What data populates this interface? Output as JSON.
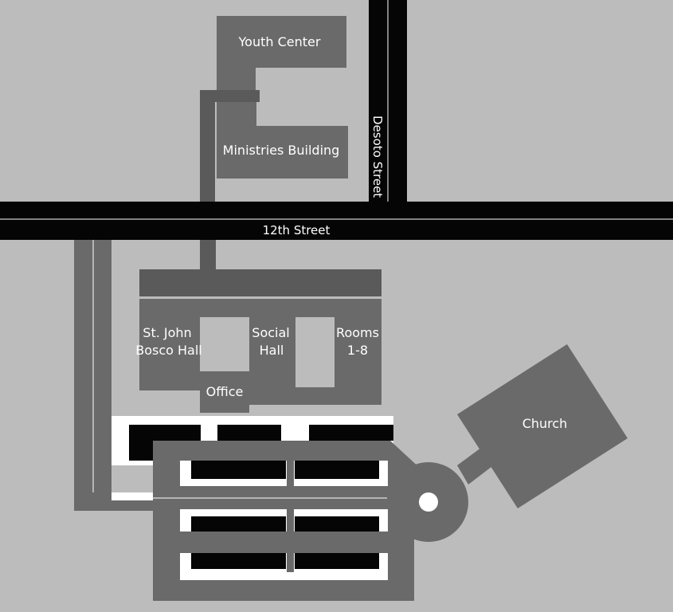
{
  "colors": {
    "background": "#bcbcbc",
    "building": "#6a6a6a",
    "walkway": "#5a5a5a",
    "road": "#050505",
    "road_line": "#ffffff",
    "lot_surface": "#ffffff"
  },
  "streets": {
    "twelfth": "12th Street",
    "desoto": "Desoto Street"
  },
  "buildings": {
    "youth_center": "Youth Center",
    "ministries": "Ministries Building",
    "bosco_line1": "St. John",
    "bosco_line2": "Bosco Hall",
    "social_line1": "Social",
    "social_line2": "Hall",
    "rooms_line1": "Rooms",
    "rooms_line2": "1-8",
    "office": "Office",
    "church": "Church"
  }
}
